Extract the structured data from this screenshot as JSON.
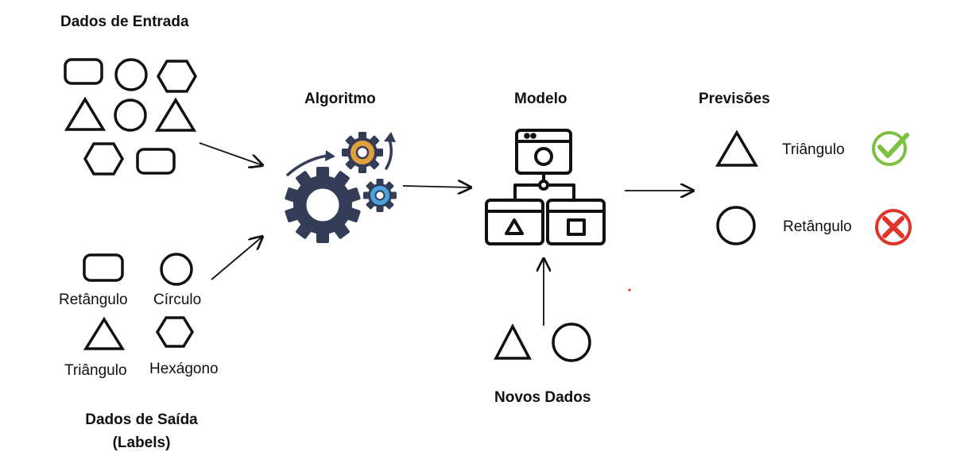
{
  "input": {
    "title": "Dados de Entrada"
  },
  "algorithm": {
    "title": "Algoritmo"
  },
  "model": {
    "title": "Modelo"
  },
  "predictions": {
    "title": "Previsões",
    "items": [
      {
        "label": "Triângulo",
        "result": "correct",
        "color": "#7cc142"
      },
      {
        "label": "Retângulo",
        "result": "incorrect",
        "color": "#e0352b"
      }
    ]
  },
  "labels": {
    "title_line1": "Dados de Saída",
    "title_line2": "(Labels)",
    "items": [
      "Retângulo",
      "Círculo",
      "Triângulo",
      "Hexágono"
    ]
  },
  "new_data": {
    "title": "Novos Dados"
  },
  "colors": {
    "gear_dark": "#343d57",
    "gear_orange": "#e0a13c",
    "gear_blue": "#4aa3df",
    "line": "#111111"
  }
}
